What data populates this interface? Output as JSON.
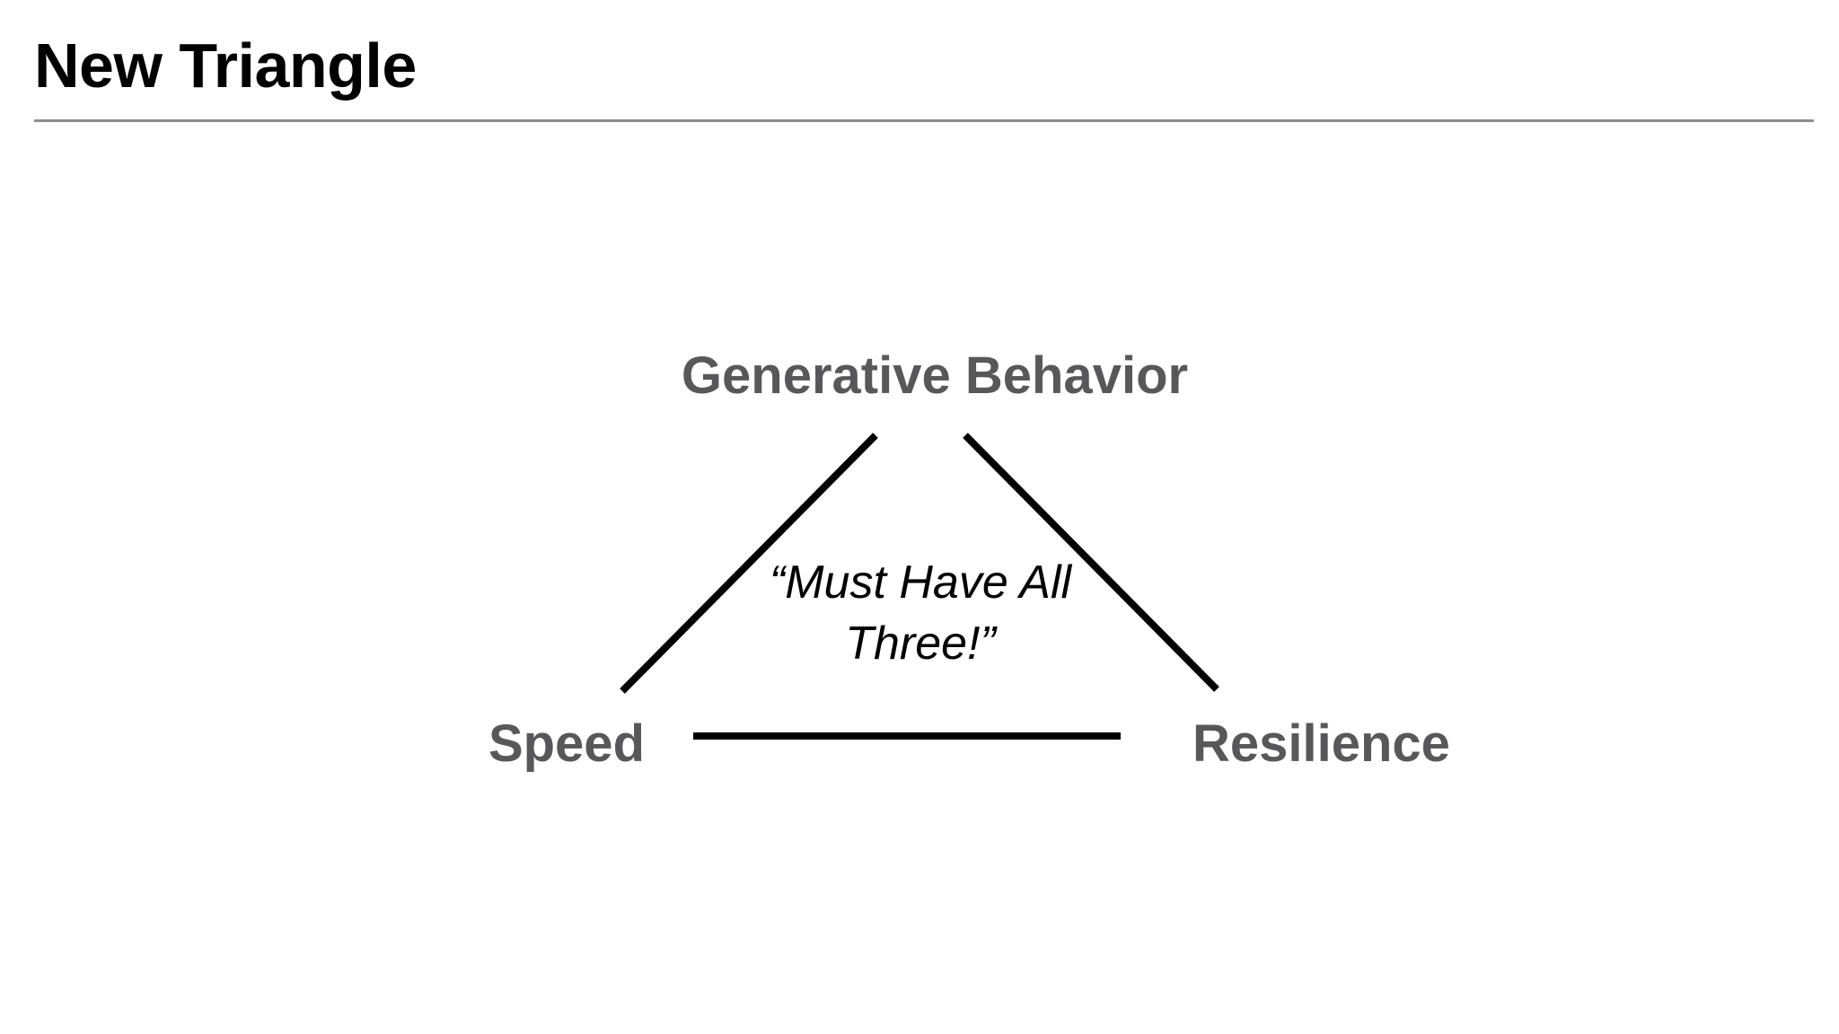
{
  "slide": {
    "title": "New Triangle",
    "background_color": "#ffffff",
    "rule_color": "#8d8d8d"
  },
  "diagram": {
    "type": "triangle",
    "shape_color": "#000000",
    "label_color": "#58585b",
    "caption_color": "#000000",
    "vertices": {
      "apex": "Generative Behavior",
      "bottom_left": "Speed",
      "bottom_right": "Resilience"
    },
    "caption": {
      "line1": "“Must Have All",
      "line2": "Three!”"
    }
  }
}
